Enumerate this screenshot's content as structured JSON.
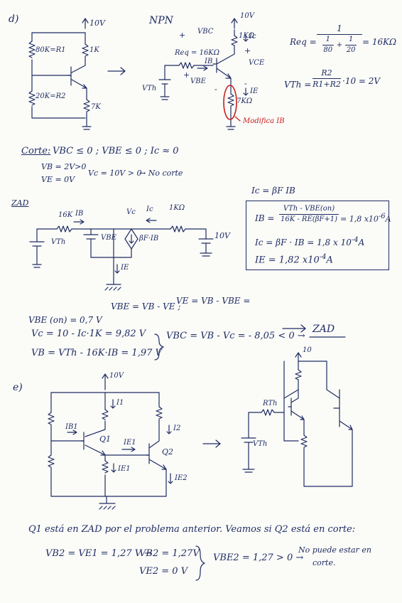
{
  "sections": {
    "d_label": "d)",
    "e_label": "e)",
    "zad_label": "ZAD"
  },
  "part_d": {
    "title": "NPN",
    "supply_left": "10V",
    "r1_label": "80K=R1",
    "r2_label": "20K=R2",
    "rc_left": "1K",
    "re_left": "7K",
    "supply_right": "10V",
    "rc_right": "1KΩ",
    "ic_label": "Ic",
    "vbc_label": "VBC",
    "plus_vbc": "+",
    "plus_vce": "+",
    "req_label": "Req = 16KΩ",
    "ib_label": "IB",
    "vth_label": "VTh",
    "vbe_label": "VBE",
    "plus_vbe": "+",
    "minus_vbe": "-",
    "vce_label": "VCE",
    "minus_vce": "-",
    "ie_label": "IE",
    "re_right": "7KΩ",
    "note_red": "Modifica IB",
    "req_eq": "Req =",
    "req_num": "1",
    "req_d1n": "1",
    "req_d1d": "80",
    "req_plus": "+",
    "req_d2n": "1",
    "req_d2d": "20",
    "req_result": "= 16KΩ",
    "vth_eq": "VTh =",
    "vth_num": "R2",
    "vth_den": "R1+R2",
    "vth_result": "·10 = 2V"
  },
  "corte": {
    "label": "Corte:",
    "cond": "VBC ≤ 0 ; VBE ≤ 0 ; Ic ≈ 0",
    "vb": "VB = 2V>0",
    "ve": "VE = 0V",
    "vc": "Vc = 10V > 0",
    "result": "→ No corte"
  },
  "zad": {
    "r_label": "16K",
    "ib": "IB",
    "vth": "VTh",
    "vbe": "VBE",
    "vc": "Vc",
    "ic": "Ic",
    "rc": "1KΩ",
    "beta_src": "βF·IB",
    "supply": "10V",
    "ie": "IE",
    "ic_relation": "Ic = βF IB",
    "ib_eq": "IB =",
    "ib_num": "VTh - VBE(on)",
    "ib_den": "16K - RE(βF+1)",
    "ib_val": "= 1,8 x10",
    "ib_exp": "-6",
    "ib_unit": "A",
    "ic_eq": "Ic = βF · IB = 1,8 x 10",
    "ic_exp": "-4",
    "ic_unit": "A",
    "ie_eq": "IE = 1,82 x10",
    "ie_exp": "-4",
    "ie_unit": "A",
    "vbe_rel": "VBE = VB - VE ;",
    "ve_rel": "VE = VB - VBE =",
    "vbe_on": "VBE (on) = 0,7 V",
    "vc_eq": "Vc = 10 - Ic·1K = 9,82 V",
    "vb_eq": "VB = VTh - 16K·IB = 1,97 V",
    "vbc_eq": "VBC = VB - Vc = - 8,05 < 0 →",
    "vbc_result": "ZAD"
  },
  "part_e": {
    "supply": "10V",
    "i1": "I1",
    "ib1": "IB1",
    "q1": "Q1",
    "ie1_arrow": "IE1",
    "ie1": "IE1",
    "i2": "I2",
    "q2": "Q2",
    "ie2": "IE2",
    "rth": "RTh",
    "vth": "VTh",
    "supply_right": "10"
  },
  "conclusion": {
    "line1": "Q1 está en ZAD por el problema anterior. Veamos si Q2 está en corte:",
    "vb2": "VB2 = VE1 = 1,27 V →",
    "vb2b": "VB2 = 1,27V",
    "ve2": "VE2 = 0 V",
    "vbe2": "VBE2 = 1,27 > 0 →",
    "note1": "No puede estar en",
    "note2": "corte."
  }
}
